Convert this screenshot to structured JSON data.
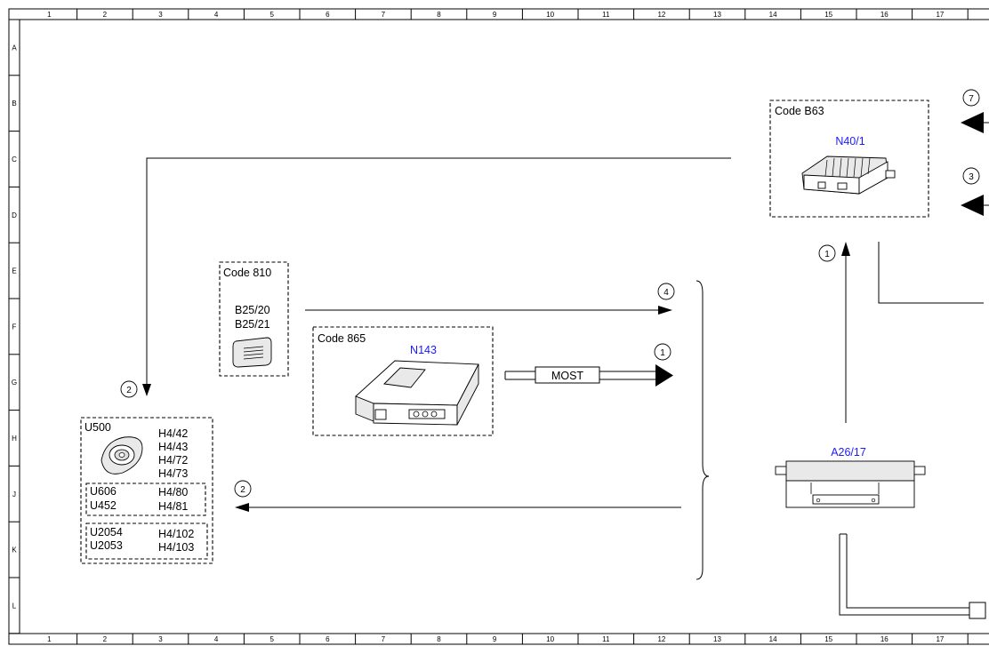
{
  "frame": {
    "columns": [
      "1",
      "2",
      "3",
      "4",
      "5",
      "6",
      "7",
      "8",
      "9",
      "10",
      "11",
      "12",
      "13",
      "14",
      "15",
      "16",
      "17"
    ],
    "rows": [
      "A",
      "B",
      "C",
      "D",
      "E",
      "F",
      "G",
      "H",
      "J",
      "K",
      "L"
    ]
  },
  "boxes": {
    "code_b63": {
      "title": "Code B63",
      "part": "N40/1"
    },
    "code_810": {
      "title": "Code 810",
      "parts": [
        "B25/20",
        "B25/21"
      ]
    },
    "code_865": {
      "title": "Code 865",
      "part": "N143"
    },
    "u500_group": {
      "title": "U500",
      "codes": [
        "H4/42",
        "H4/43",
        "H4/72",
        "H4/73"
      ],
      "sub1_codes_left": [
        "U606",
        "U452"
      ],
      "sub1_codes_right": [
        "H4/80",
        "H4/81"
      ],
      "sub2_codes_left": [
        "U2054",
        "U2053"
      ],
      "sub2_codes_right": [
        "H4/102",
        "H4/103"
      ]
    }
  },
  "a26": {
    "label": "A26/17"
  },
  "most_label": "MOST",
  "circles": {
    "c7": "7",
    "c3": "3",
    "c1_upper": "1",
    "c4": "4",
    "c1_most": "1",
    "c2_left": "2",
    "c2_mid": "2"
  }
}
